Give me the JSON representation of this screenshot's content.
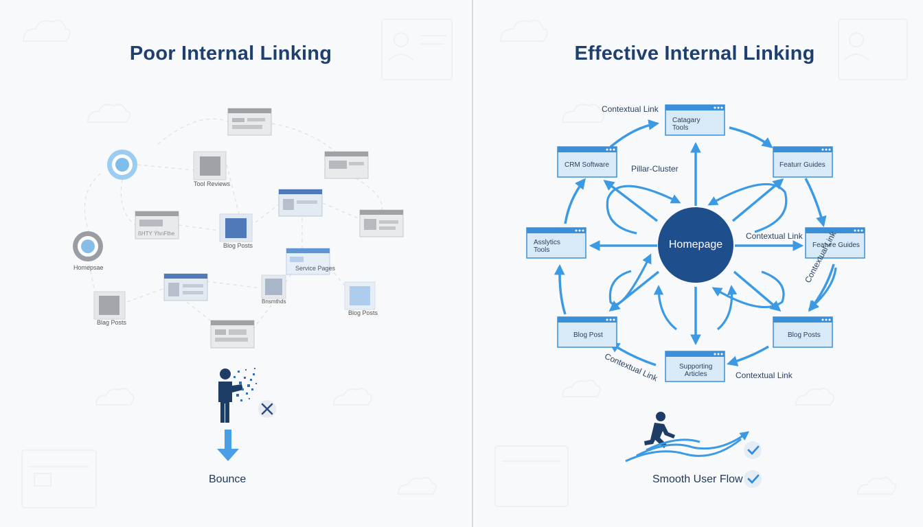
{
  "left": {
    "title": "Poor Internal Linking",
    "pages": {
      "tool_reviews": "Tool Reviews",
      "blurred_1": "ßHTY ÝhnFthe",
      "blog_posts_center": "Blog Posts",
      "service_pages": "Service Pages",
      "homepage": "Homepsae",
      "blog_posts_left": "Blag Posts",
      "bookmarks": "Bnsmthds",
      "blog_posts_right": "Blog Posts"
    },
    "bounce_label": "Bounce"
  },
  "right": {
    "title": "Effective Internal Linking",
    "hub": "Homepage",
    "nodes": {
      "category_tools": "Catagary\nTools",
      "crm_software": "CRM Software",
      "feature_guides_top": "Featurr Guides",
      "analytics_tools": "Asslytics\nTools",
      "feature_guides_right": "Feature Guides",
      "blog_post_left": "Blog Post",
      "blog_posts_right": "Blog Posts",
      "supporting_articles": "Supporting\nArticles"
    },
    "links": {
      "contextual_top": "Contextual Link",
      "pillar_cluster": "Pillar-Cluster",
      "contextual_right": "Contextual Link",
      "contextual_right_rotated": "Contextual Link",
      "contextual_bottom_left": "Contextual Link",
      "contextual_bottom_right": "Contextual Link"
    },
    "flow_label": "Smooth User Flow"
  },
  "colors": {
    "title": "#1f3f6e",
    "accent_blue": "#3b9ae3",
    "hub_navy": "#1f4e8c",
    "gray_card": "#c7c9cc",
    "card_fill": "#d8eaf8"
  }
}
